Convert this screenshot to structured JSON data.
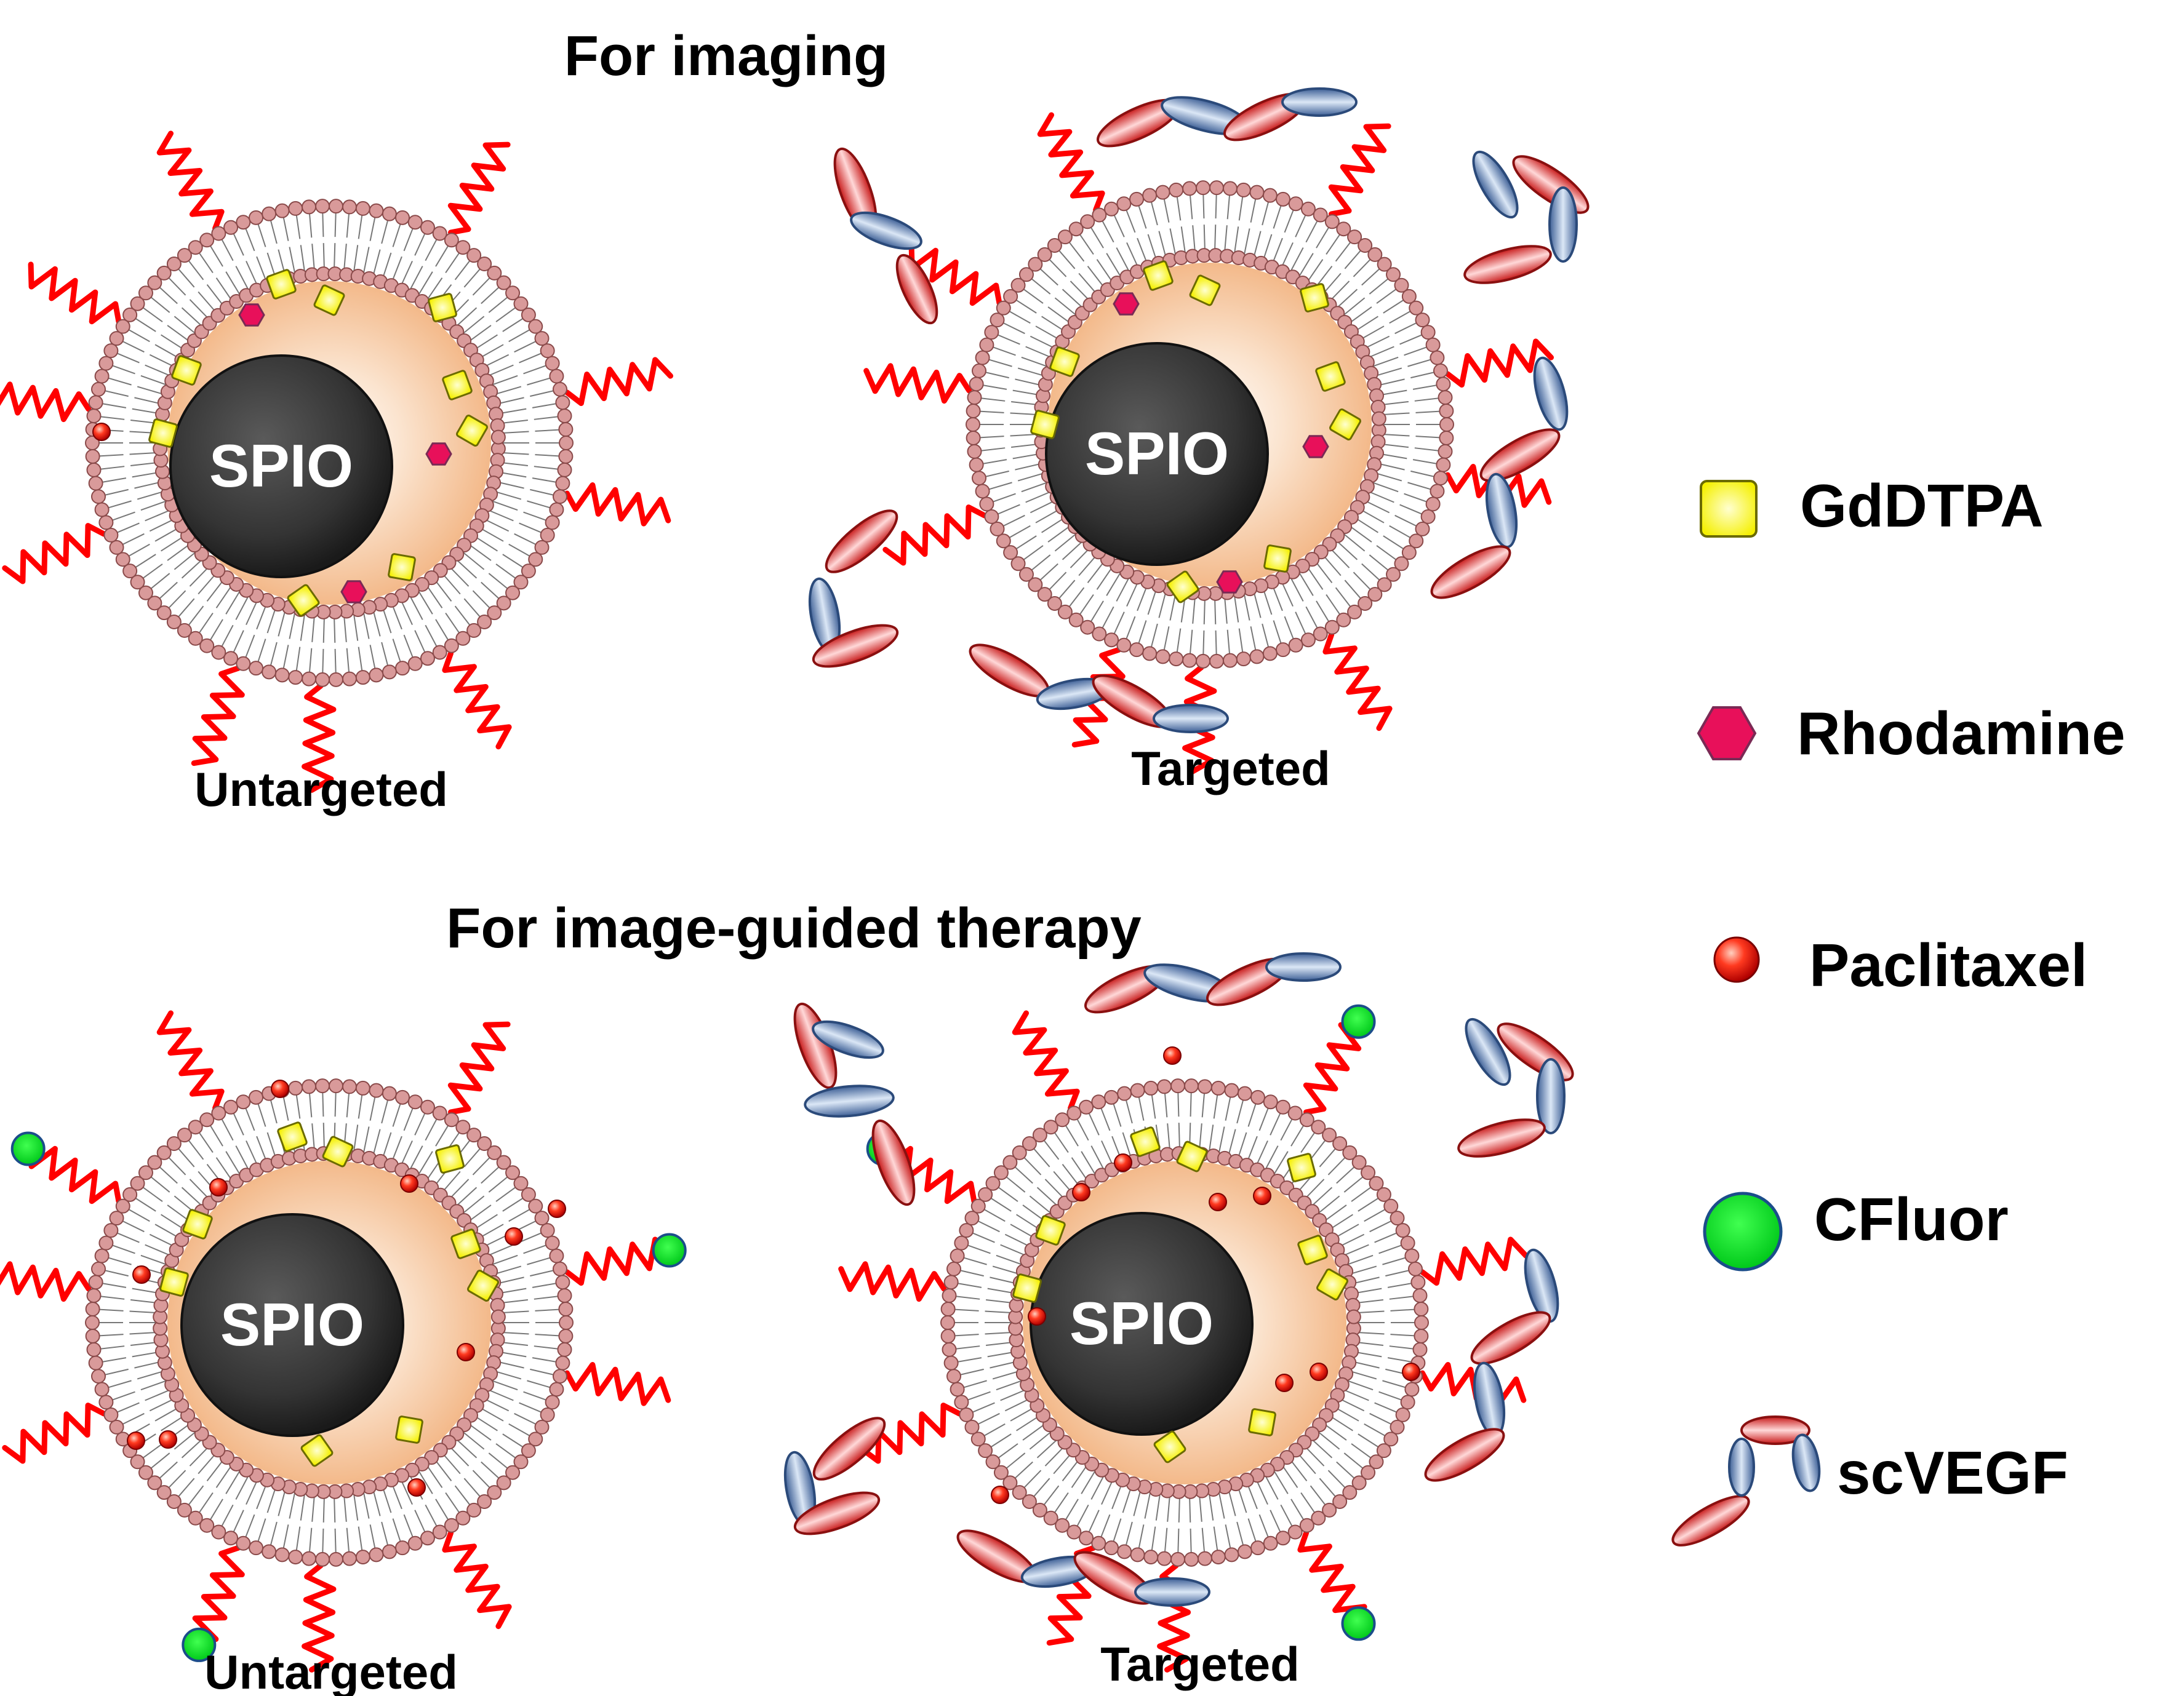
{
  "sections": [
    {
      "heading": "For imaging"
    },
    {
      "heading": "For image-guided therapy"
    }
  ],
  "particles": [
    {
      "caption": "Untargeted",
      "core_label": "SPIO",
      "cargo": [
        "GdDTPA",
        "Rhodamine",
        "Paclitaxel"
      ],
      "surface": [
        "PEG chains"
      ]
    },
    {
      "caption": "Targeted",
      "core_label": "SPIO",
      "cargo": [
        "GdDTPA",
        "Rhodamine"
      ],
      "surface": [
        "PEG chains",
        "scVEGF"
      ]
    },
    {
      "caption": "Untargeted",
      "core_label": "SPIO",
      "cargo": [
        "GdDTPA",
        "Paclitaxel"
      ],
      "surface": [
        "PEG chains",
        "CFluor"
      ]
    },
    {
      "caption": "Targeted",
      "core_label": "SPIO",
      "cargo": [
        "GdDTPA",
        "Paclitaxel"
      ],
      "surface": [
        "PEG chains",
        "CFluor",
        "scVEGF"
      ]
    }
  ],
  "legend": [
    {
      "label": "GdDTPA",
      "icon": "yellow-square-icon",
      "color": "#ffff00"
    },
    {
      "label": "Rhodamine",
      "icon": "magenta-hexagon-icon",
      "color": "#e8105a"
    },
    {
      "label": "Paclitaxel",
      "icon": "red-sphere-icon",
      "color": "#ff2a1a"
    },
    {
      "label": "CFluor",
      "icon": "green-circle-icon",
      "color": "#00dd22"
    },
    {
      "label": "scVEGF",
      "icon": "scvegf-protein-icon",
      "color": "#d92a2a"
    }
  ],
  "colors": {
    "peg": "#ff0000",
    "lipid_head": "#d99a9a",
    "core": "#3a3a3a",
    "shell": "#f6c59c",
    "scvegf_red": "#d92a2a",
    "scvegf_blue": "#6f93c6"
  }
}
